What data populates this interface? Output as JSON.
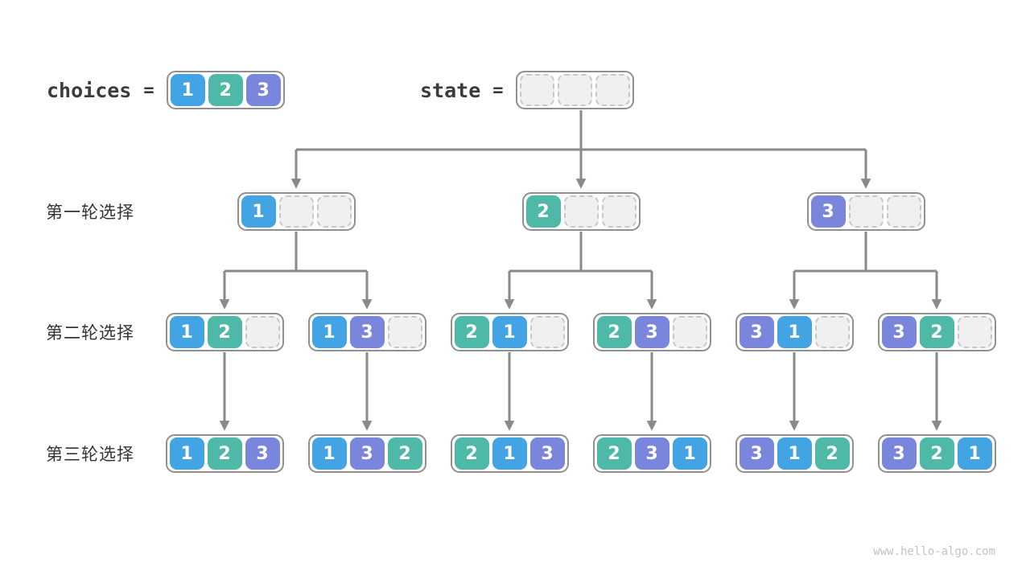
{
  "header": {
    "choices_label": "choices",
    "equals": "=",
    "choices_values": [
      1,
      2,
      3
    ],
    "state_label": "state",
    "state_values": [
      null,
      null,
      null
    ]
  },
  "rows": [
    {
      "label": "第一轮选择",
      "nodes": [
        [
          1,
          null,
          null
        ],
        [
          2,
          null,
          null
        ],
        [
          3,
          null,
          null
        ]
      ]
    },
    {
      "label": "第二轮选择",
      "nodes": [
        [
          1,
          2,
          null
        ],
        [
          1,
          3,
          null
        ],
        [
          2,
          1,
          null
        ],
        [
          2,
          3,
          null
        ],
        [
          3,
          1,
          null
        ],
        [
          3,
          2,
          null
        ]
      ]
    },
    {
      "label": "第三轮选择",
      "nodes": [
        [
          1,
          2,
          3
        ],
        [
          1,
          3,
          2
        ],
        [
          2,
          1,
          3
        ],
        [
          2,
          3,
          1
        ],
        [
          3,
          1,
          2
        ],
        [
          3,
          2,
          1
        ]
      ]
    }
  ],
  "colors": {
    "v1": "#42a4e2",
    "v2": "#4db9a6",
    "v3": "#7a85dc",
    "line": "#8a8a8a"
  },
  "watermark": "www.hello-algo.com"
}
